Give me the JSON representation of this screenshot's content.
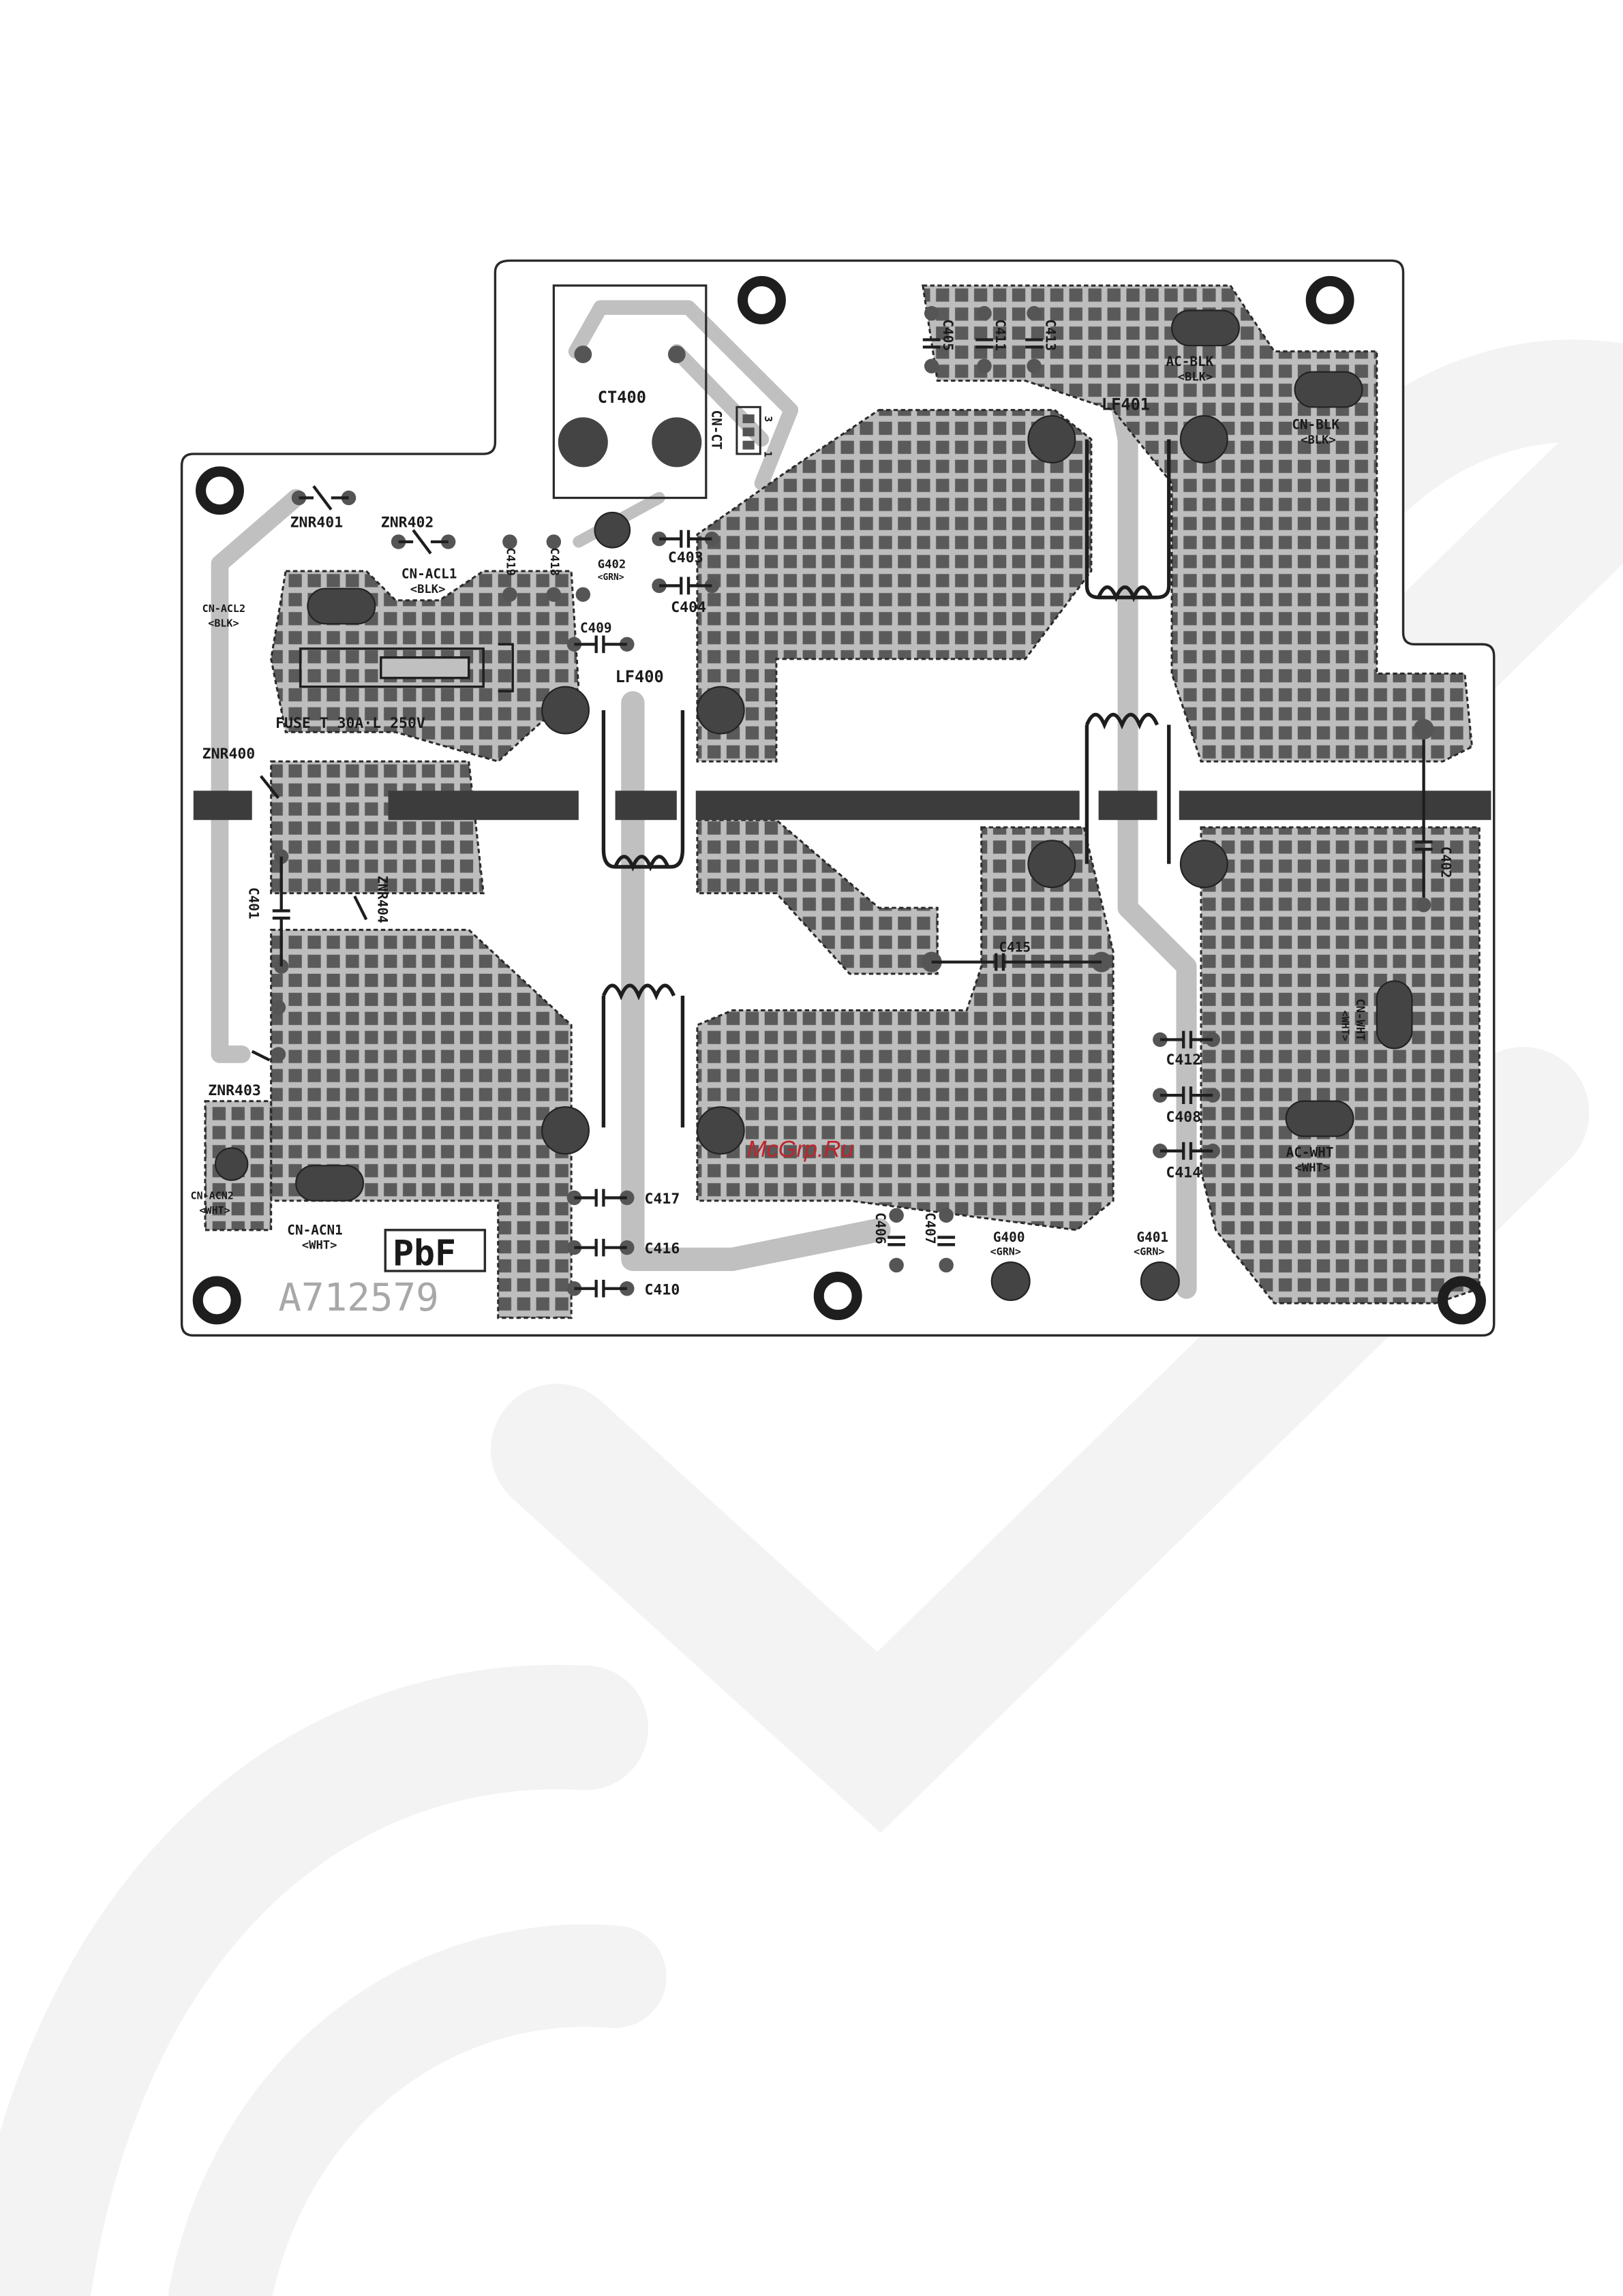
{
  "board": {
    "part_number": "A712579",
    "lead_free_mark": "PbF",
    "fuse_label": "FUSE T 30A·L 250V"
  },
  "watermark": "McGrp.Ru",
  "colors": {
    "trace": "#c0c0c0",
    "pad_square": "#5a5a5a",
    "pad_round": "#444444",
    "outline": "#2a2a2a",
    "bar": "#3c3c3c",
    "watermark_logo": "#f3f3f3",
    "watermark_text": "#c2242c"
  },
  "components": {
    "ct400": "CT400",
    "cn_ct": "CN-CT",
    "cn_ct_pin_3": "3",
    "cn_ct_pin_1": "1",
    "lf400": "LF400",
    "lf401": "LF401",
    "znr400": "ZNR400",
    "znr401": "ZNR401",
    "znr402": "ZNR402",
    "znr403": "ZNR403",
    "znr404": "ZNR404",
    "c401": "C401",
    "c402": "C402",
    "c403": "C403",
    "c404": "C404",
    "c405": "C405",
    "c406": "C406",
    "c407": "C407",
    "c408": "C408",
    "c409": "C409",
    "c410": "C410",
    "c411": "C411",
    "c412": "C412",
    "c413": "C413",
    "c414": "C414",
    "c415": "C415",
    "c416": "C416",
    "c417": "C417",
    "c418": "C418",
    "c419": "C419",
    "cn_acl1": "CN-ACL1",
    "cn_acl1_color": "<BLK>",
    "cn_acl2": "CN-ACL2",
    "cn_acl2_color": "<BLK>",
    "cn_acn1": "CN-ACN1",
    "cn_acn1_color": "<WHT>",
    "cn_acn2": "CN-ACN2",
    "cn_acn2_color": "<WHT>",
    "ac_blk": "AC-BLK",
    "ac_blk_color": "<BLK>",
    "cn_blk": "CN-BLK",
    "cn_blk_color": "<BLK>",
    "cn_wht": "CN-WHT",
    "cn_wht_color": "<WHT>",
    "ac_wht": "AC-WHT",
    "ac_wht_color": "<WHT>",
    "g400": "G400",
    "g400_color": "<GRN>",
    "g401": "G401",
    "g401_color": "<GRN>",
    "g402": "G402",
    "g402_color": "<GRN>"
  }
}
